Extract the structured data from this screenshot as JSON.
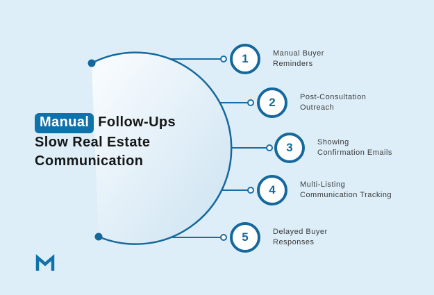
{
  "title": {
    "highlight": "Manual",
    "line1_rest": "Follow-Ups",
    "line2": "Slow Real Estate",
    "line3": "Communication"
  },
  "items": [
    {
      "number": "1",
      "label_line1": "Manual Buyer",
      "label_line2": "Reminders"
    },
    {
      "number": "2",
      "label_line1": "Post-Consultation",
      "label_line2": "Outreach"
    },
    {
      "number": "3",
      "label_line1": "Showing",
      "label_line2": "Confirmation Emails"
    },
    {
      "number": "4",
      "label_line1": "Multi-Listing",
      "label_line2": "Communication Tracking"
    },
    {
      "number": "5",
      "label_line1": "Delayed Buyer",
      "label_line2": "Responses"
    }
  ],
  "logo": {
    "icon": "m-envelope-logo-icon"
  },
  "colors": {
    "background": "#ddeef9",
    "accent_blue": "#15689c",
    "badge_blue": "#0f72ab",
    "title_text": "#161616",
    "label_text": "#3b3b3b",
    "circle_fill_light": "#f9fcfe",
    "circle_fill_dark": "#cbe2f1"
  }
}
